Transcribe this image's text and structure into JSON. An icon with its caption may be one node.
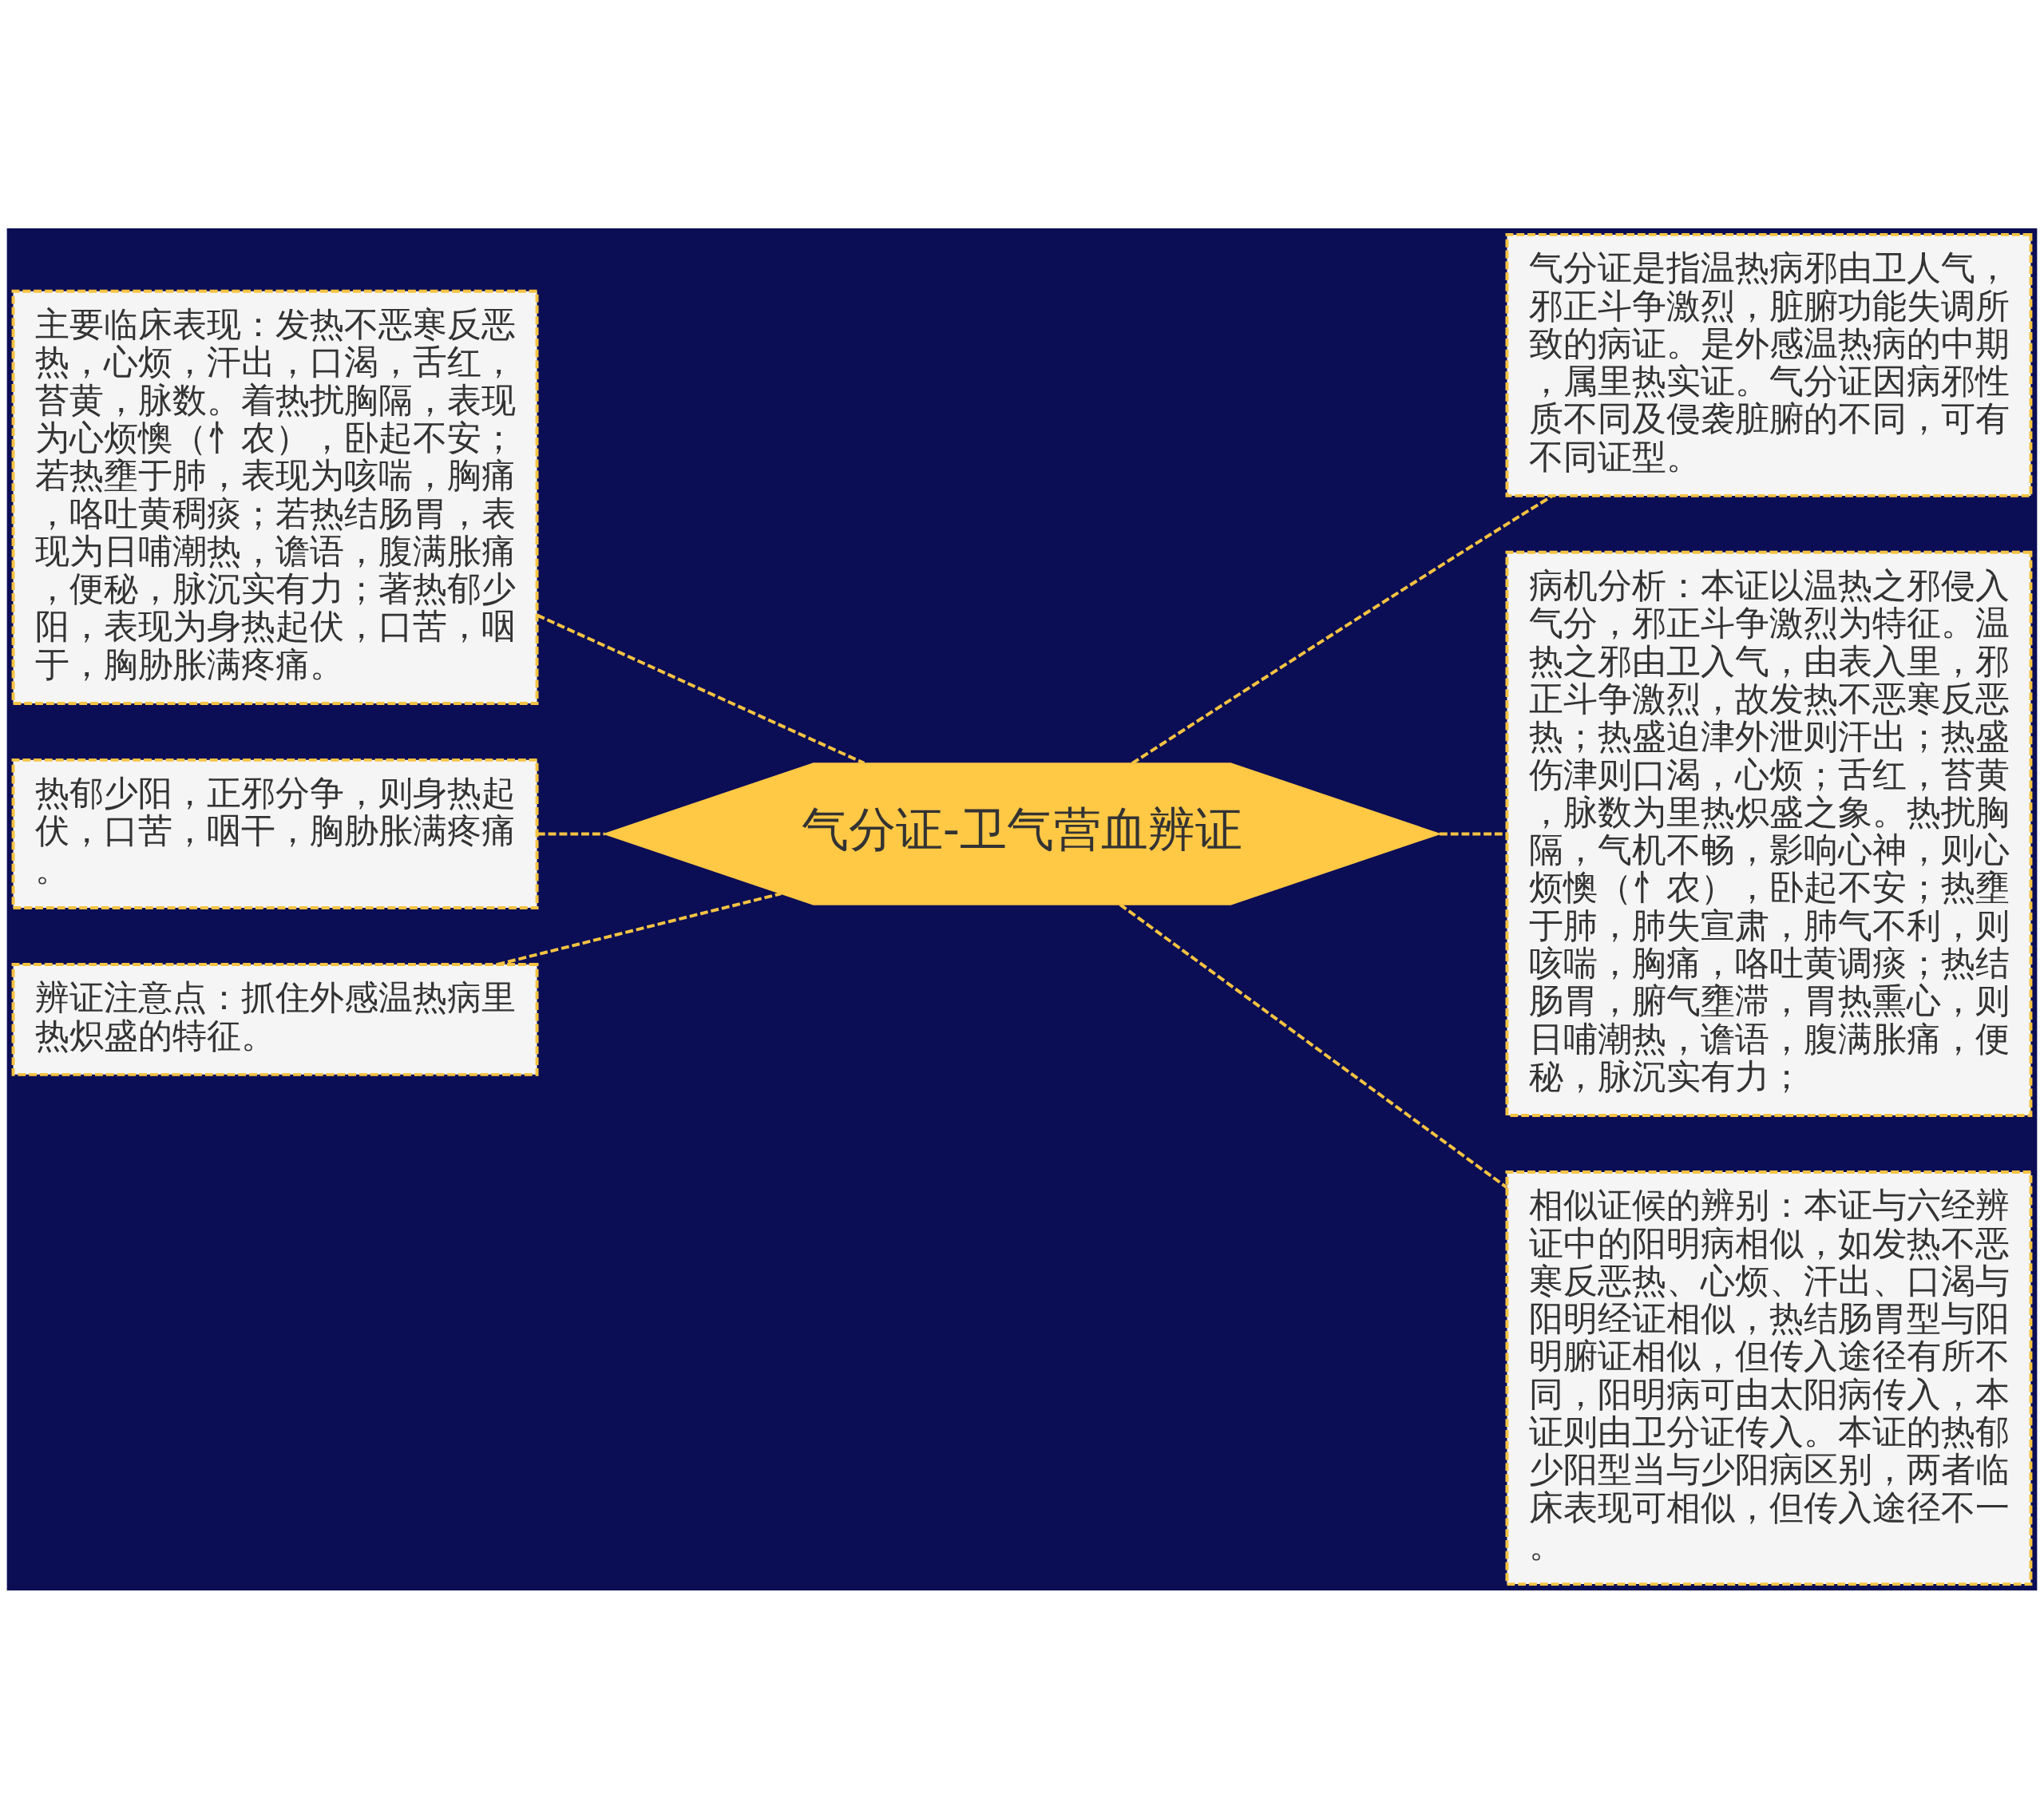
{
  "diagram": {
    "nodes": [
      {
        "text": [
          "气分证-卫气营血辨证"
        ]
      },
      {
        "text": [
          "主要临床表现：发热不恶寒反恶热，心烦，汗出，口渴，舌红，苔黄，脉数。着热扰胸隔，表现为心烦懊（忄农），卧起不安；若热壅于肺，表现为咳喘，胸痛，咯吐黄稠痰；若热结肠胃，表现为日哺潮热，谵语，腹满胀痛，便秘，脉沉实有力；著热郁少阳，表现为身热起伏，口苦，咽于，胸胁胀满疼痛。"
        ]
      },
      {
        "text": [
          "热郁少阳，正邪分争，则身热起伏，口苦，咽干，胸胁胀满疼痛。"
        ]
      },
      {
        "text": [
          "辨证注意点：抓住外感温热病里热炽盛的特征。"
        ]
      },
      {
        "text": [
          "气分证是指温热病邪由卫人气，邪正斗争激烈，脏腑功能失调所致的病证。是外感温热病的中期，属里热实证。气分证因病邪性质不同及侵袭脏腑的不同，可有不同证型。"
        ]
      },
      {
        "text": [
          "病机分析：本证以温热之邪侵入气分，邪正斗争激烈为特征。温热之邪由卫入气，由表入里，邪正斗争激烈，故发热不恶寒反恶热；热盛迫津外泄则汗出；热盛伤津则口渴，心烦；舌红，苔黄，脉数为里热炽盛之象。热扰胸隔，气机不畅，影响心神，则心烦懊（忄农），卧起不安；热壅于肺，肺失宣肃，肺气不利，则咳喘，胸痛，咯吐黄调痰；热结肠胃，腑气壅滞，胃热熏心，则日哺潮热，谵语，腹满胀痛，便秘，脉沉实有力；"
        ]
      },
      {
        "text": [
          "相似证候的辨别：本证与六经辨证中的阳明病相似，如发热不恶寒反恶热、心烦、汗出、口渴与阳明经证相似，热结肠胃型与阳明腑证相似，但传入途径有所不同，阳明病可由太阳病传入，本证则由卫分证传入。本证的热郁少阳型当与少阳病区别，两者临床表现可相似，但传入途径不一。"
        ]
      }
    ],
    "edges": [
      {
        "from": 0,
        "to": 1,
        "arrow": "none"
      },
      {
        "from": 0,
        "to": 2,
        "arrow": "none"
      },
      {
        "from": 0,
        "to": 3,
        "arrow": "none"
      },
      {
        "from": 0,
        "to": 4,
        "arrow": "none"
      },
      {
        "from": 0,
        "to": 5,
        "arrow": "none"
      },
      {
        "from": 0,
        "to": 6,
        "arrow": "none"
      }
    ]
  }
}
